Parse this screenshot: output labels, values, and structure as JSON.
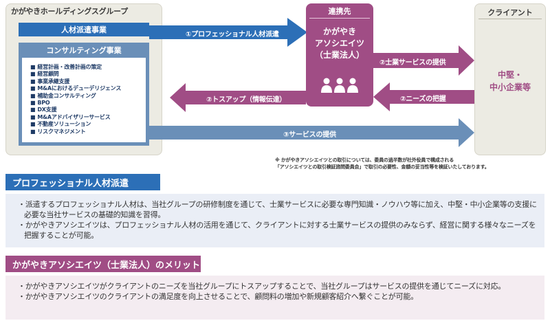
{
  "group": {
    "title": "かがやきホールディングスグループ",
    "hr_dispatch": "人材派遣事業",
    "consulting_title": "コンサルティング事業",
    "consulting_items": [
      "経営計画・改善計画の策定",
      "経営顧問",
      "事業承継支援",
      "M&Aにおけるデューデリジェンス",
      "補助金コンサルティング",
      "BPO",
      "DX支援",
      "M&Aアドバイザリーサービス",
      "不動産ソリューション",
      "リスクマネジメント"
    ]
  },
  "partner": {
    "head": "連携先",
    "name_line1": "かがやき",
    "name_line2": "アソシエイツ",
    "name_line3": "（士業法人）",
    "icon": "people-icon"
  },
  "client": {
    "head": "クライアント",
    "name_line1": "中堅・",
    "name_line2": "中小企業等"
  },
  "arrows": {
    "a1": "①プロフェッショナル人材派遣",
    "a2_service": "②士業サービスの提供",
    "a2_tossup": "②トスアップ（情報伝達）",
    "a2_needs": "②ニーズの把握",
    "a3": "③サービスの提供"
  },
  "note": {
    "line1": "※ かがやきアソシエイツとの取引については、委員の過半数が社外役員で構成される",
    "line2": "「アソシエイツとの取引検証諮問委員会」で取引の必要性、金額の妥当性等を検証いたしております。"
  },
  "section1": {
    "title": "プロフェッショナル人材派遣",
    "bullets": [
      "派遣するプロフェッショナル人材は、当社グループの研修制度を通じて、士業サービスに必要な専門知識・ノウハウ等に加え、中堅・中小企業等の支援に必要な当社サービスの基礎的知識を習得。",
      "かがやきアソシエイツは、プロフェッショナル人材の活用を通じて、クライアントに対する士業サービスの提供のみならず、経営に関する様々なニーズを把握することが可能。"
    ]
  },
  "section2": {
    "title": "かがやきアソシエイツ（士業法人）のメリット",
    "bullets": [
      "かがやきアソシエイツがクライアントのニーズを当社グループにトスアップすることで、当社グループはサービスの提供を通じてニーズに対応。",
      "かがやきアソシエイツのクライアントの満足度を向上させることで、顧問料の増加や新規顧客紹介へ繋ぐことが可能。"
    ]
  },
  "colors": {
    "blue": "#2c6fb7",
    "purple": "#a04d85",
    "steel": "#6a8fb8",
    "gray_bg": "#ecebe3"
  }
}
